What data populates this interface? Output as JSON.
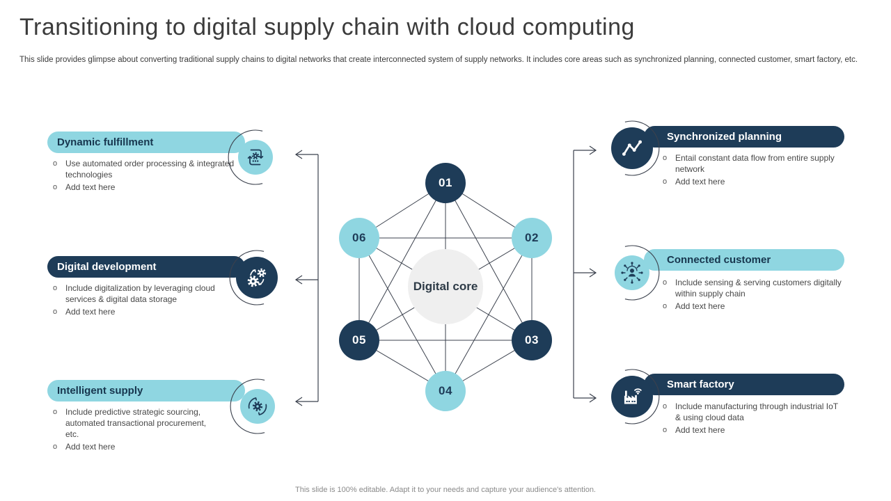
{
  "title": "Transitioning to digital supply chain with cloud computing",
  "subtitle": "This slide provides glimpse about converting traditional supply chains to digital networks that create interconnected system of supply networks. It includes core areas such as synchronized planning, connected customer, smart factory,  etc.",
  "footer": "This slide is 100% editable. Adapt it to your needs and capture your audience's attention.",
  "colors": {
    "navy": "#1e3c58",
    "teal": "#8fd6e1",
    "core_gray": "#efefef",
    "connector": "#3b414d"
  },
  "diagram": {
    "core_label": "Digital core",
    "nodes": [
      {
        "label": "01",
        "color": "navy"
      },
      {
        "label": "02",
        "color": "teal"
      },
      {
        "label": "03",
        "color": "navy"
      },
      {
        "label": "04",
        "color": "teal"
      },
      {
        "label": "05",
        "color": "navy"
      },
      {
        "label": "06",
        "color": "teal"
      }
    ]
  },
  "sections": {
    "left": [
      {
        "title": "Dynamic fulfillment",
        "style": "teal",
        "icon": "process-automation-icon",
        "bullets": [
          "Use automated order processing & integrated technologies",
          "Add text here"
        ]
      },
      {
        "title": "Digital development",
        "style": "navy",
        "icon": "gears-cycle-icon",
        "bullets": [
          "Include digitalization by leveraging cloud services & digital data storage",
          "Add text here"
        ]
      },
      {
        "title": "Intelligent supply",
        "style": "teal",
        "icon": "gear-sync-icon",
        "bullets": [
          "Include predictive strategic sourcing, automated transactional procurement, etc.",
          "Add text here"
        ]
      }
    ],
    "right": [
      {
        "title": "Synchronized planning",
        "style": "navy",
        "icon": "trend-chart-icon",
        "bullets": [
          "Entail constant data flow from entire supply network",
          "Add text here"
        ]
      },
      {
        "title": "Connected customer",
        "style": "teal",
        "icon": "customer-network-icon",
        "bullets": [
          "Include sensing & serving customers digitally within supply chain",
          "Add text here"
        ]
      },
      {
        "title": "Smart factory",
        "style": "navy",
        "icon": "smart-factory-icon",
        "bullets": [
          "Include manufacturing through industrial IoT & using cloud data",
          "Add text here"
        ]
      }
    ]
  }
}
